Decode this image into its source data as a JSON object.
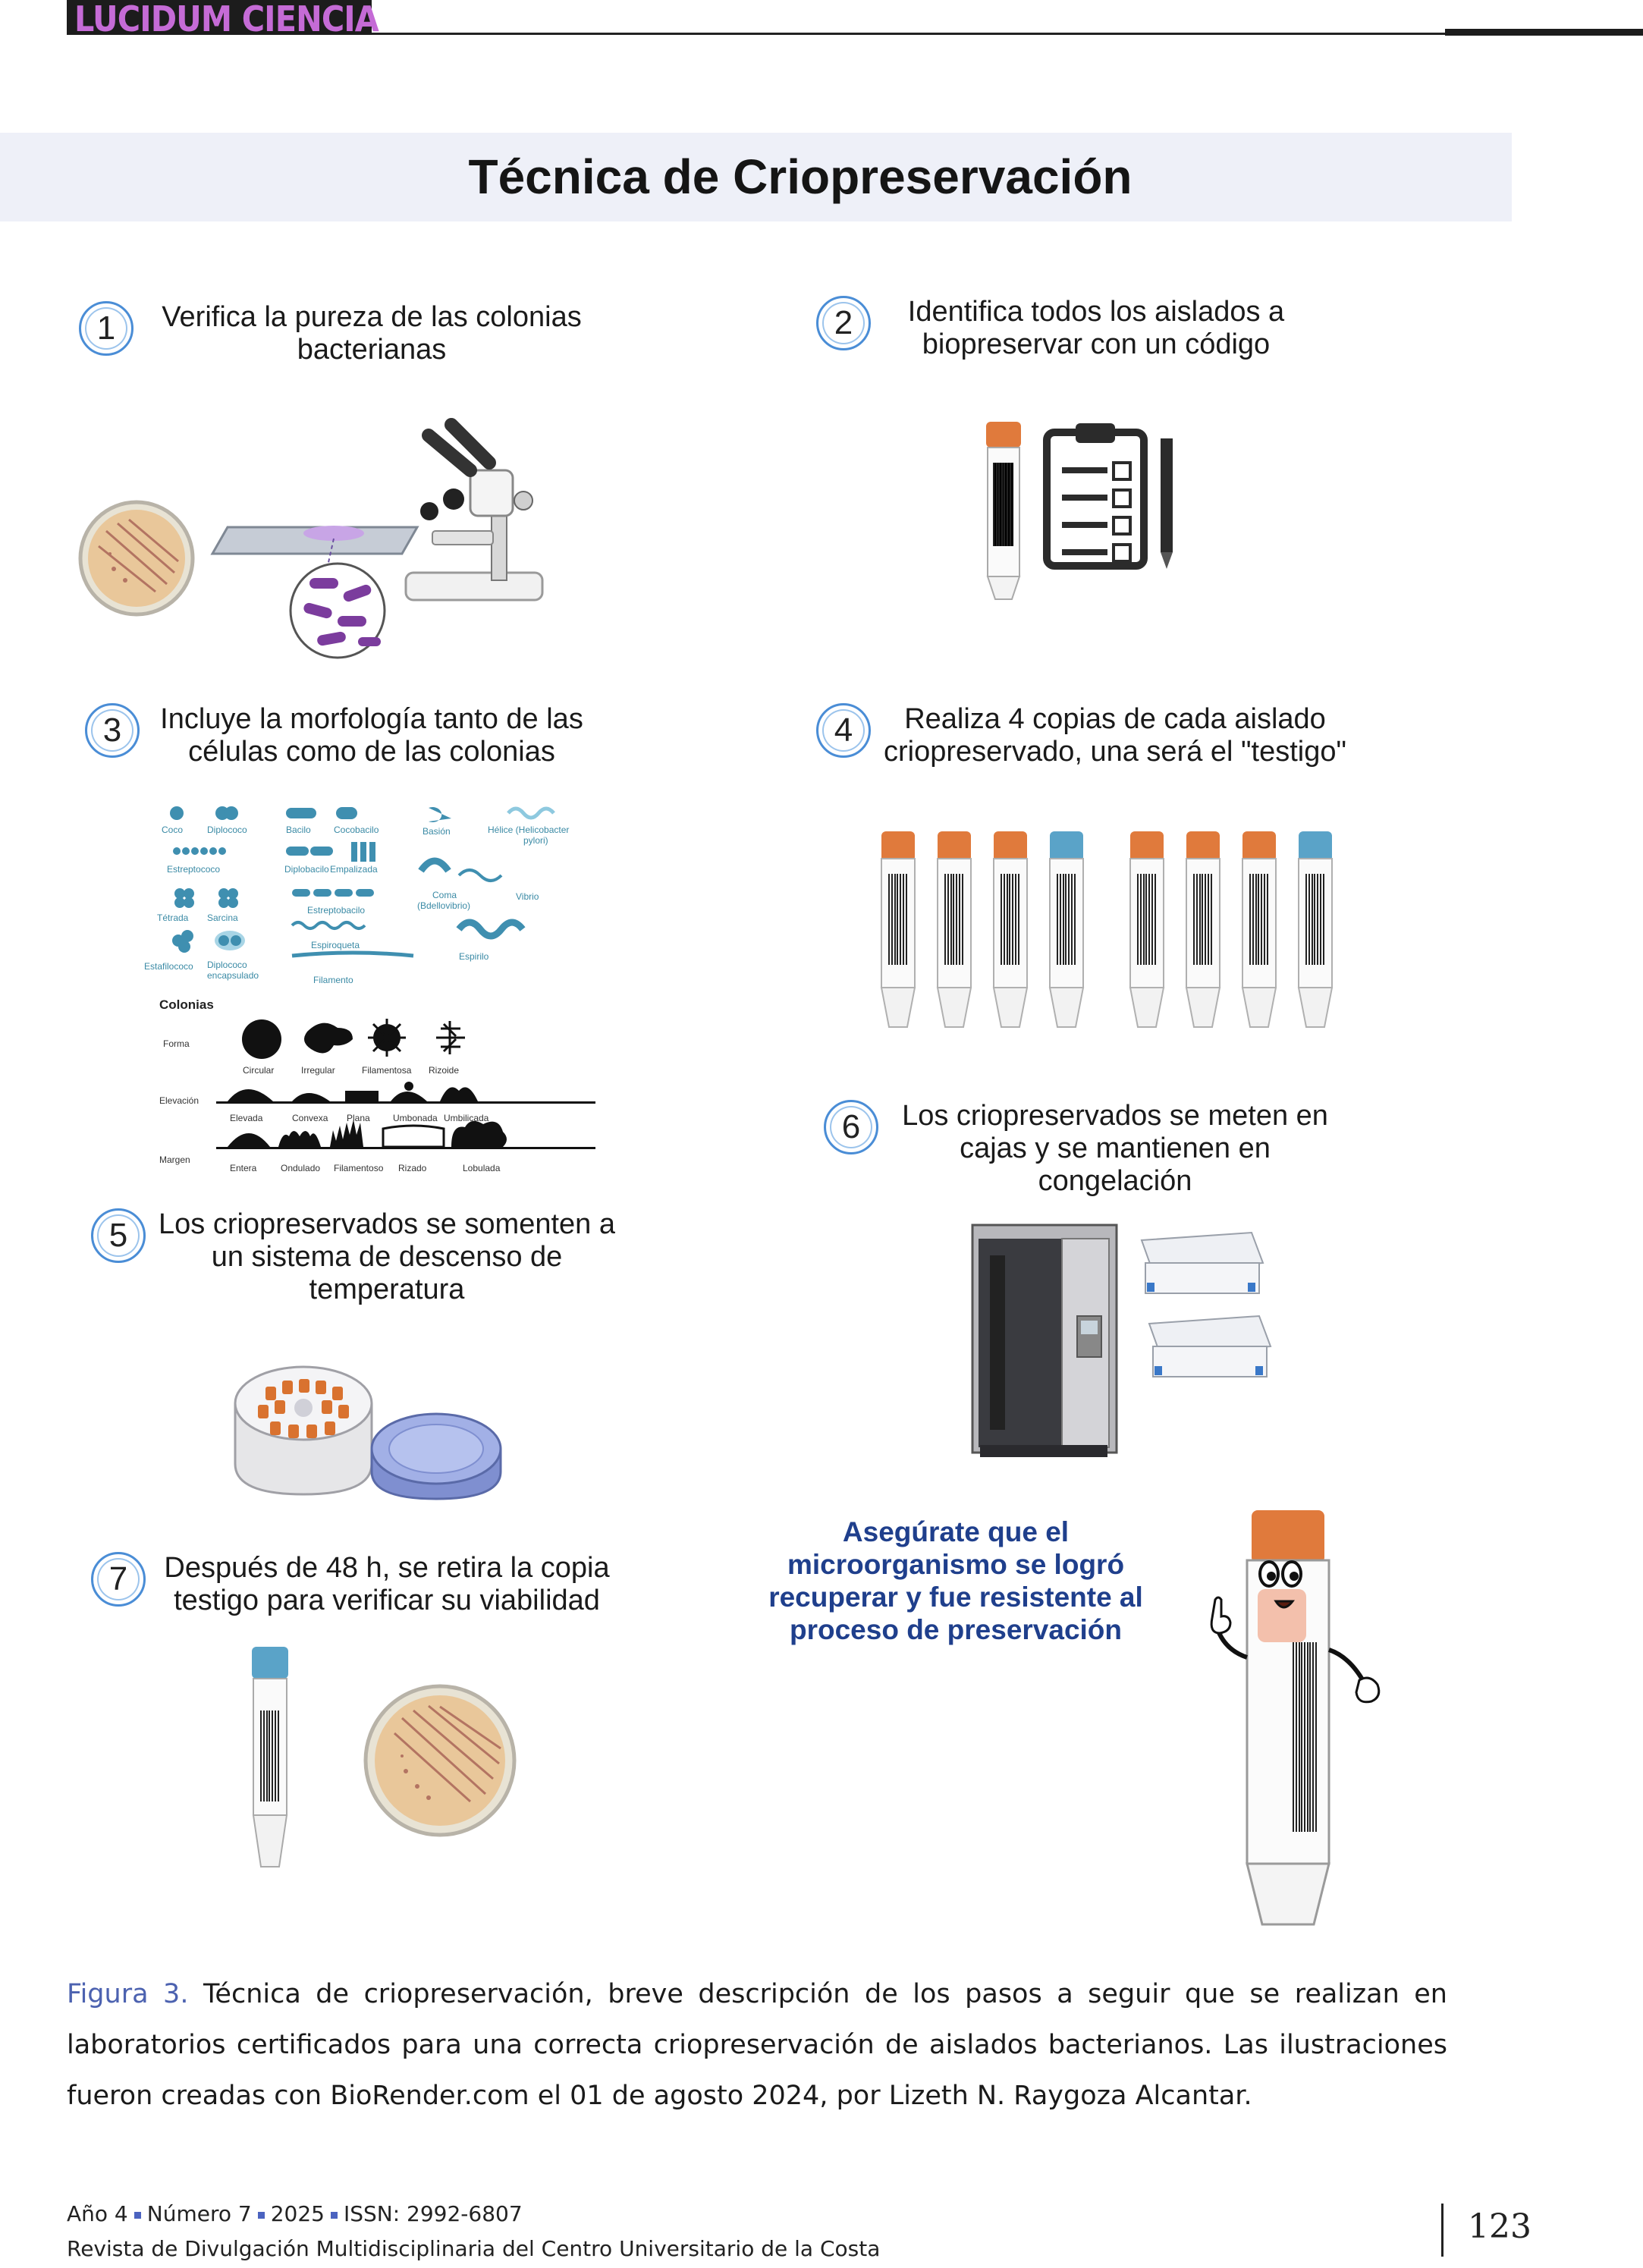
{
  "header": {
    "brand": "LUCIDUM CIENCIA"
  },
  "figure": {
    "title": "Técnica de Criopreservación",
    "steps": [
      {
        "number": "1",
        "lines": [
          "Verifica la pureza de las colonias",
          "bacterianas"
        ]
      },
      {
        "number": "2",
        "lines": [
          "Identifica todos los aislados a",
          "biopreservar con un código"
        ]
      },
      {
        "number": "3",
        "lines": [
          "Incluye la morfología tanto de las",
          "células como de las colonias"
        ]
      },
      {
        "number": "4",
        "lines": [
          "Realiza 4 copias de cada aislado",
          "criopreservado, una será el \"testigo\""
        ]
      },
      {
        "number": "5",
        "lines": [
          "Los criopreservados se somenten a",
          "un sistema de descenso de",
          "temperatura"
        ]
      },
      {
        "number": "6",
        "lines": [
          "Los criopreservados se meten en",
          "cajas y se mantienen en",
          "congelación"
        ]
      },
      {
        "number": "7",
        "lines": [
          "Después de 48 h, se retira la copia",
          "testigo para verificar su viabilidad"
        ]
      }
    ],
    "callout": [
      "Asegúrate que el",
      "microorganismo se logró",
      "recuperar y fue resistente al",
      "proceso de preservación"
    ],
    "morphology": {
      "cells": [
        "Coco",
        "Diplococo",
        "Bacilo",
        "Cocobacilo",
        "Basión",
        "Hélice (Helicobacter",
        "pylori)",
        "Estreptococo",
        "Diplobacilo",
        "Empalizada",
        "Vibrio",
        "Tétrada",
        "Sarcina",
        "Estreptobacilo",
        "Coma",
        "(Bdellovibrio)",
        "Espiroqueta",
        "Estafilococo",
        "Diplococo",
        "encapsulado",
        "Filamento",
        "Espirilo"
      ],
      "colonies_heading": "Colonias",
      "rows": [
        {
          "label": "Forma",
          "items": [
            "Circular",
            "Irregular",
            "Filamentosa",
            "Rizoide"
          ]
        },
        {
          "label": "Elevación",
          "items": [
            "Elevada",
            "Convexa",
            "Plana",
            "Umbonada",
            "Umbilicada"
          ]
        },
        {
          "label": "Margen",
          "items": [
            "Entera",
            "Ondulado",
            "Filamentoso",
            "Rizado",
            "Lobulada"
          ]
        }
      ]
    },
    "colors": {
      "cap_orange": "#e07a3c",
      "cap_blue": "#5aa3c8",
      "callout_text": "#1f3f8c",
      "caption_label": "#4c62b0"
    }
  },
  "caption": {
    "label": "Figura 3.",
    "text": "Técnica de criopreservación, breve descripción de los pasos a seguir que se realizan en laboratorios certificados para una correcta criopreservación de aislados bacterianos. Las ilustraciones fueron creadas con BioRender.com el 01 de agosto 2024, por Lizeth N. Raygoza Alcantar."
  },
  "footer": {
    "year": "Año 4",
    "number": "Número 7",
    "date": "2025",
    "issn": "ISSN: 2992-6807",
    "journal": "Revista de Divulgación Multidisciplinaria del Centro Universitario de la Costa",
    "page": "123"
  }
}
